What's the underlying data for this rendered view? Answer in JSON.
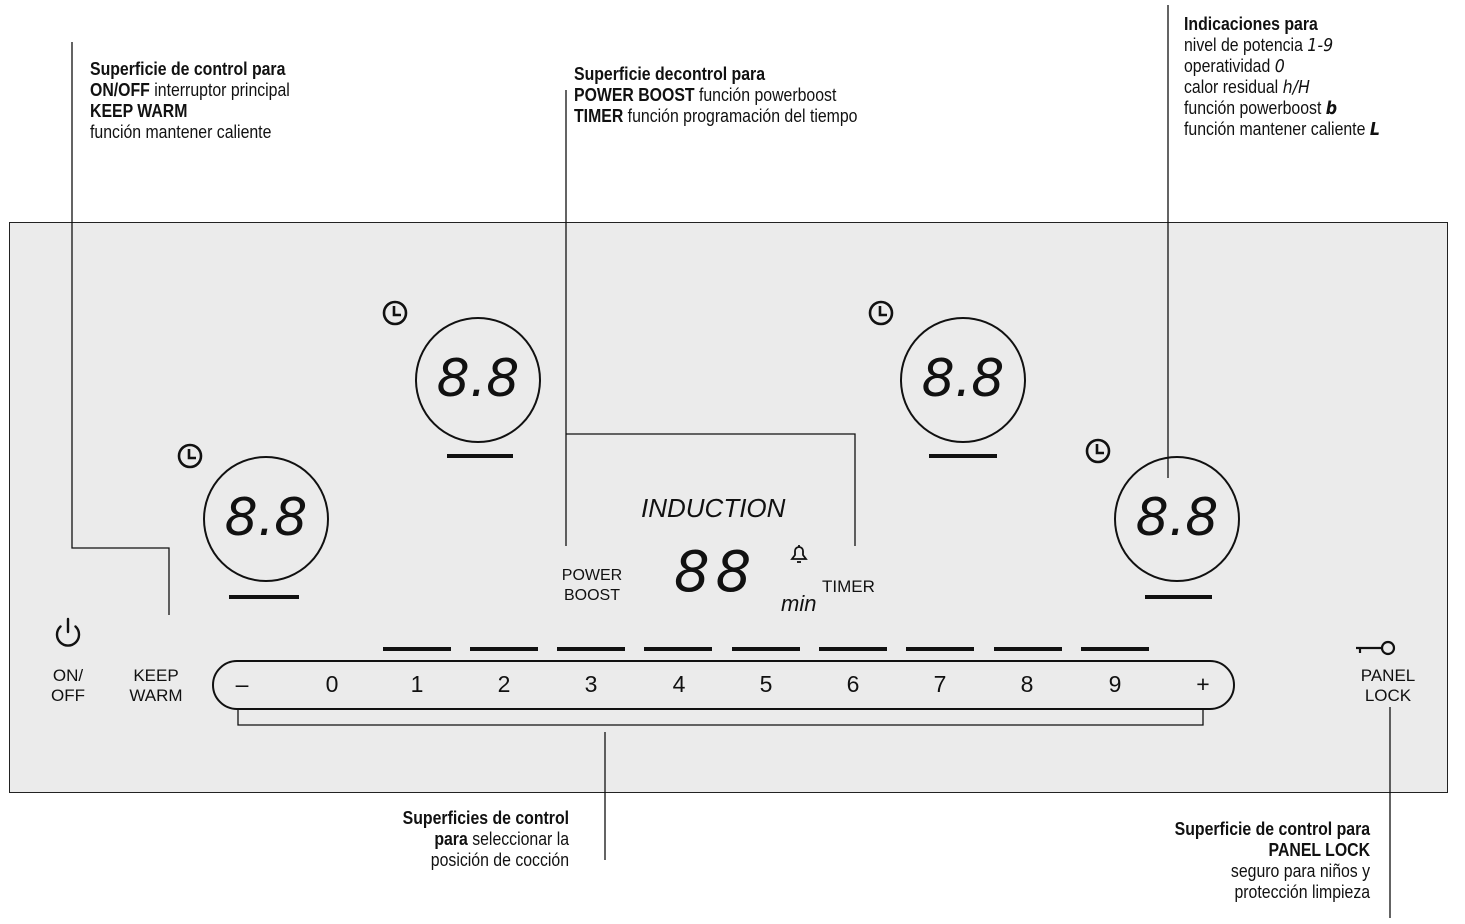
{
  "callouts": {
    "onoff": {
      "line1": "Superficie de control para",
      "line2_bold": "ON/OFF",
      "line2_rest": " interruptor principal",
      "line3_bold": "KEEP WARM",
      "line4": "función mantener caliente"
    },
    "powerboost": {
      "line1": "Superficie decontrol para",
      "line2_bold": "POWER BOOST",
      "line2_rest": " función powerboost",
      "line3_bold": "TIMER",
      "line3_rest": " función programación del tiempo"
    },
    "indications": {
      "line1": "Indicaciones para",
      "line2": "nivel de potencia",
      "line2_sym": "1-9",
      "line3": "operatividad",
      "line3_sym": "0",
      "line4": "calor residual",
      "line4_sym": "h/H",
      "line5": "función powerboost",
      "line5_sym": "b",
      "line6": "función mantener caliente",
      "line6_sym": "L"
    },
    "cooking": {
      "line1": "Superficies de control",
      "line2_bold": "para",
      "line2_rest": " seleccionar la",
      "line3": "posición de cocción"
    },
    "panellock": {
      "line1": "Superficie de control para",
      "line2": "PANEL LOCK",
      "line3": "seguro para niños y",
      "line4": "protección limpieza"
    }
  },
  "panel": {
    "onoff_label_1": "ON/",
    "onoff_label_2": "OFF",
    "keepwarm_label_1": "KEEP",
    "keepwarm_label_2": "WARM",
    "induction": "INDUCTION",
    "powerboost_1": "POWER",
    "powerboost_2": "BOOST",
    "timer_display": "88",
    "min": "min",
    "timer": "TIMER",
    "zone_display": "8.8",
    "panellock_1": "PANEL",
    "panellock_2": "LOCK",
    "minus": "–",
    "plus": "+",
    "levels": [
      "0",
      "1",
      "2",
      "3",
      "4",
      "5",
      "6",
      "7",
      "8",
      "9"
    ]
  },
  "icons": [
    "power-icon",
    "clock-icon",
    "bell-icon",
    "key-icon"
  ]
}
